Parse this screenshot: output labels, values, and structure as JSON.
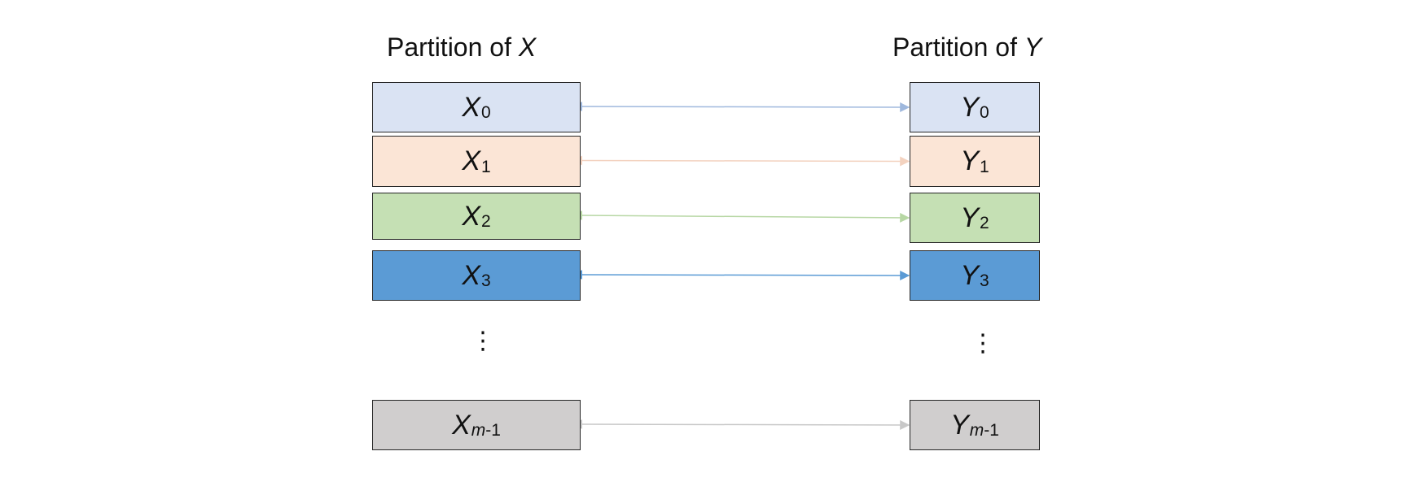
{
  "titles": {
    "left_prefix": "Partition of ",
    "left_var": "X",
    "right_prefix": "Partition of ",
    "right_var": "Y"
  },
  "rows": [
    {
      "left_var": "X",
      "left_sub": "0",
      "right_var": "Y",
      "right_sub": "0",
      "fill": "#dae3f3",
      "arrow": "#9fb8dd"
    },
    {
      "left_var": "X",
      "left_sub": "1",
      "right_var": "Y",
      "right_sub": "1",
      "fill": "#fbe5d6",
      "arrow": "#f3d2bf"
    },
    {
      "left_var": "X",
      "left_sub": "2",
      "right_var": "Y",
      "right_sub": "2",
      "fill": "#c5e0b4",
      "arrow": "#b7d7a4"
    },
    {
      "left_var": "X",
      "left_sub": "3",
      "right_var": "Y",
      "right_sub": "3",
      "fill": "#5b9bd5",
      "arrow": "#5b9bd5"
    }
  ],
  "ellipsis": "⋮",
  "last_row": {
    "left_var": "X",
    "left_sub_m": "m",
    "left_sub_rest": "-1",
    "right_var": "Y",
    "right_sub_m": "m",
    "right_sub_rest": "-1",
    "fill": "#d0cece",
    "arrow": "#c8c8c8"
  }
}
